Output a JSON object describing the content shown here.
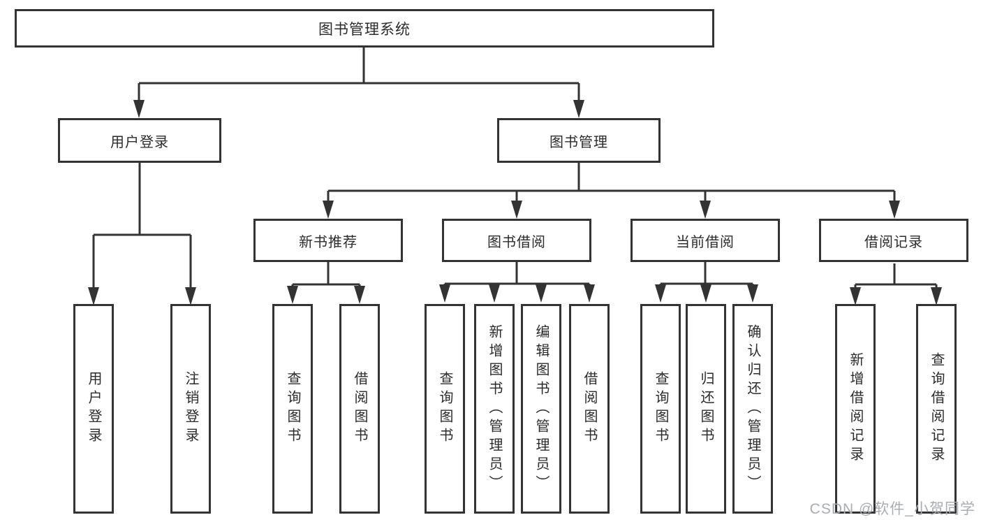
{
  "diagram": {
    "type": "hierarchy",
    "title": "图书管理系统",
    "colors": {
      "line": "#333333",
      "box_border": "#333333",
      "box_background": "#ffffff",
      "text": "#2b2b2b",
      "watermark": "#a9acb1"
    },
    "nodes": {
      "root": {
        "label": "图书管理系统"
      },
      "level2": [
        {
          "label": "用户登录"
        },
        {
          "label": "图书管理"
        }
      ],
      "level3": [
        {
          "label": "新书推荐"
        },
        {
          "label": "图书借阅"
        },
        {
          "label": "当前借阅"
        },
        {
          "label": "借阅记录"
        }
      ],
      "leaves": {
        "user_login": [
          "用户登录",
          "注销登录"
        ],
        "new_book_recommend": [
          "查询图书",
          "借阅图书"
        ],
        "book_borrow": [
          "查询图书",
          "新增图书（管理员）",
          "编辑图书（管理员）",
          "借阅图书"
        ],
        "current_borrow": [
          "查询图书",
          "归还图书",
          "确认归还（管理员）"
        ],
        "borrow_records": [
          "新增借阅记录",
          "查询借阅记录"
        ]
      }
    },
    "edges": [
      "图书管理系统→用户登录",
      "图书管理系统→图书管理",
      "用户登录→用户登录",
      "用户登录→注销登录",
      "图书管理→新书推荐",
      "图书管理→图书借阅",
      "图书管理→当前借阅",
      "图书管理→借阅记录",
      "新书推荐→查询图书",
      "新书推荐→借阅图书",
      "图书借阅→查询图书",
      "图书借阅→新增图书（管理员）",
      "图书借阅→编辑图书（管理员）",
      "图书借阅→借阅图书",
      "当前借阅→查询图书",
      "当前借阅→归还图书",
      "当前借阅→确认归还（管理员）",
      "借阅记录→新增借阅记录",
      "借阅记录→查询借阅记录"
    ]
  },
  "watermark": {
    "text": "CSDN @软件_小贺同学"
  }
}
